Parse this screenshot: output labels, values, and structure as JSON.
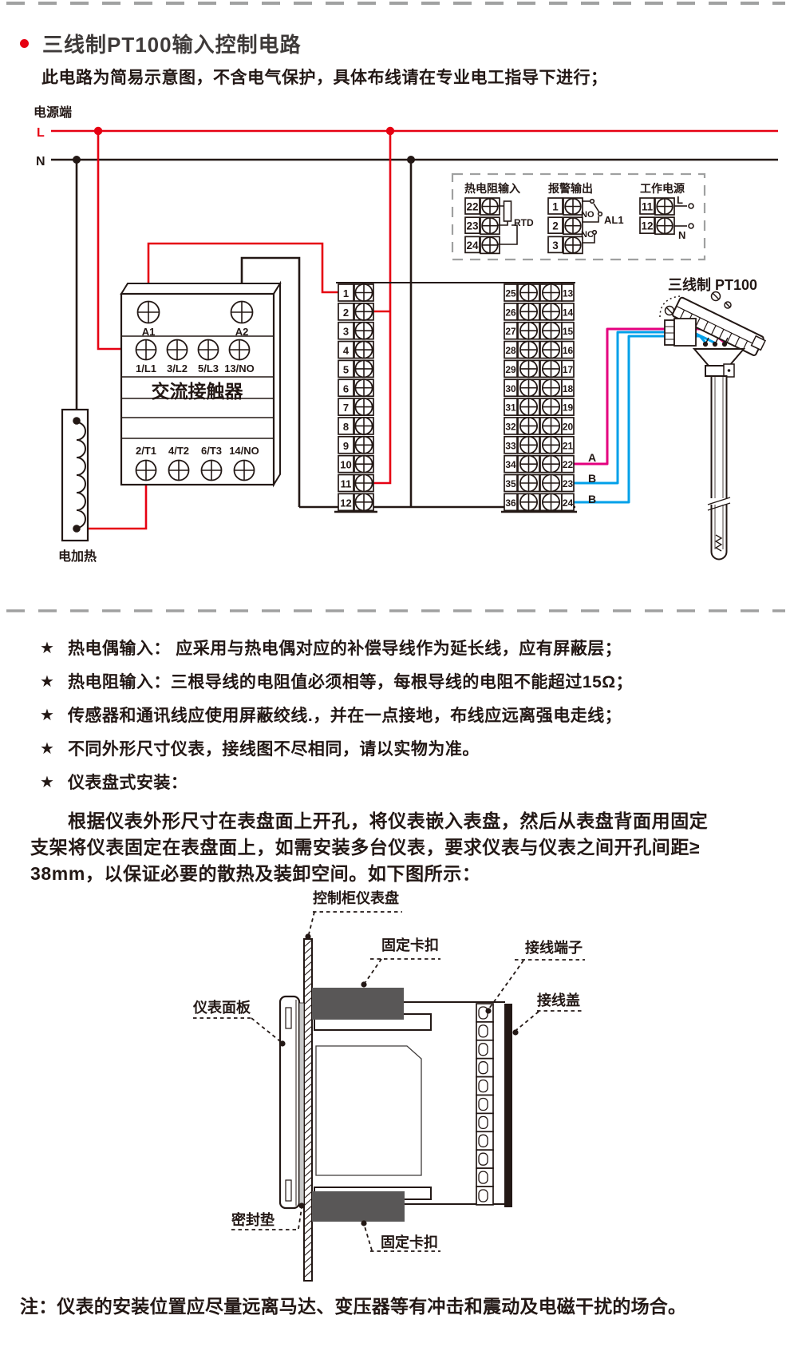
{
  "page": {
    "title": "三线制PT100输入控制电路",
    "subtitle": "此电路为简易示意图，不含电气保护，具体布线请在专业电工指导下进行；"
  },
  "circuit": {
    "power_label": "电源端",
    "line_l": "L",
    "line_n": "N",
    "head": {
      "rtd": {
        "label": "热电阻输入",
        "terminals": [
          "22",
          "23",
          "24"
        ],
        "tag": "RTD"
      },
      "alarm": {
        "label": "报警输出",
        "terminals": [
          "1",
          "2",
          "3"
        ],
        "no": "NO",
        "nc": "NC",
        "tag": "AL1"
      },
      "supply": {
        "label": "工作电源",
        "terminals": [
          "11",
          "12"
        ],
        "l": "L",
        "n": "N"
      }
    },
    "contactor": {
      "name": "交流接触器",
      "coil": [
        "A1",
        "A2"
      ],
      "row_top": [
        "1/L1",
        "3/L2",
        "5/L3",
        "13/NO"
      ],
      "row_bottom": [
        "2/T1",
        "4/T2",
        "6/T3",
        "14/NO"
      ]
    },
    "heater_label": "电加热",
    "strips": {
      "left": [
        "1",
        "2",
        "3",
        "4",
        "5",
        "6",
        "7",
        "8",
        "9",
        "10",
        "11",
        "12"
      ],
      "mid_left": [
        "25",
        "26",
        "27",
        "28",
        "29",
        "30",
        "31",
        "32",
        "33",
        "34",
        "35",
        "36"
      ],
      "mid_right": [
        "13",
        "14",
        "15",
        "16",
        "17",
        "18",
        "19",
        "20",
        "21",
        "22",
        "23",
        "24"
      ]
    },
    "sensor": {
      "label": "三线制  PT100",
      "wire_a": "A",
      "wire_b1": "B",
      "wire_b2": "B"
    }
  },
  "notes": {
    "star": "★",
    "items": [
      "热电偶输入： 应采用与热电偶对应的补偿导线作为延长线，应有屏蔽层；",
      "热电阻输入：三根导线的电阻值必须相等，每根导线的电阻不能超过15Ω；",
      "传感器和通讯线应使用屏蔽绞线.，并在一点接地，布线应远离强电走线；",
      "不同外形尺寸仪表，接线图不尽相同，请以实物为准。"
    ],
    "heading": "仪表盘式安装："
  },
  "install": {
    "para_line1": "根据仪表外形尺寸在表盘面上开孔，将仪表嵌入表盘，然后从表盘背面用固定",
    "para_line2": "支架将仪表固定在表盘面上，如需安装多台仪表，要求仪表与仪表之间开孔间距≥",
    "para_line3": "38mm，以保证必要的散热及装卸空间。如下图所示：",
    "labels": {
      "panel": "控制柜仪表盘",
      "clip_top": "固定卡扣",
      "terminal": "接线端子",
      "cover": "接线盖",
      "front": "仪表面板",
      "seal": "密封垫",
      "clip_bottom": "固定卡扣"
    }
  },
  "footnote": "注：仪表的安装位置应尽量远离马达、变压器等有冲击和震动及电磁干扰的场合。",
  "colors": {
    "red": "#e60012",
    "magenta": "#e4007f",
    "blue": "#00a0e9",
    "ink": "#231815",
    "gray_dash": "#a0a1a1",
    "clamp": "#595757",
    "seal": "#c9caca"
  }
}
